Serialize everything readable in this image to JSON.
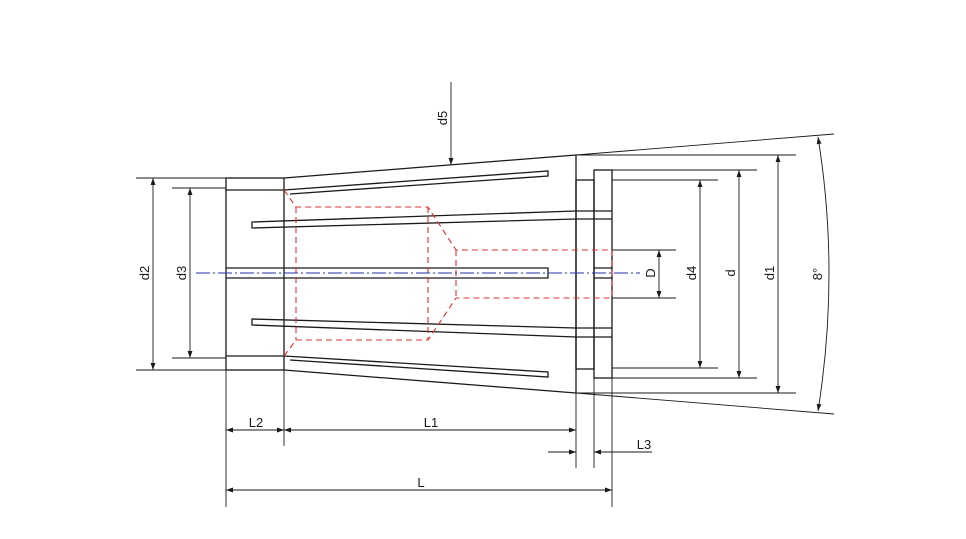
{
  "drawing": {
    "labels": {
      "d5": "d5",
      "d2": "d2",
      "d3": "d3",
      "D": "D",
      "d4": "d4",
      "d": "d",
      "d1": "d1",
      "angle": "8°",
      "L2": "L2",
      "L1": "L1",
      "L3": "L3",
      "L": "L"
    },
    "colors": {
      "outline": "#1a1a1a",
      "hidden_line": "#e03030",
      "center_line": "#2233aa"
    }
  }
}
